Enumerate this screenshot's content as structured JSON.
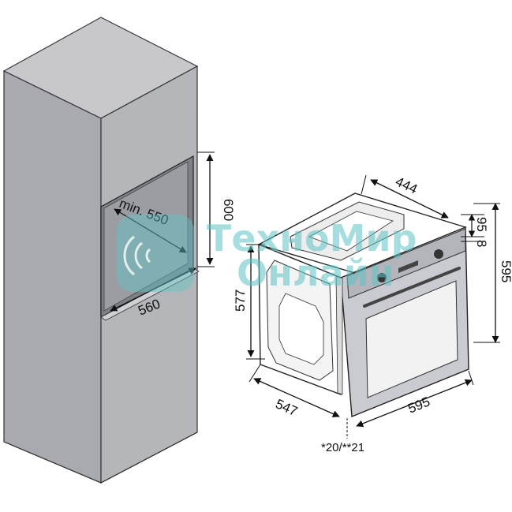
{
  "diagram": {
    "cabinet": {
      "niche_depth_label": "min. 550",
      "niche_height_label": "600",
      "niche_width_label": "560"
    },
    "oven": {
      "top_depth_label": "444",
      "panel_height_label": "95",
      "panel_gap_label": "8",
      "front_height_label": "595",
      "body_height_label": "577",
      "body_depth_label": "547",
      "front_width_label": "595",
      "footnote": "*20/**21"
    },
    "watermark": {
      "line1": "ТехноМир",
      "line2": "Онлайн",
      "color": "#5fc3c6"
    },
    "colors": {
      "cabinet_side": "#a9aaaf",
      "cabinet_top": "#c8c8cc",
      "oven_front": "#c9cbd0",
      "glass": "#f2f2f2"
    }
  }
}
